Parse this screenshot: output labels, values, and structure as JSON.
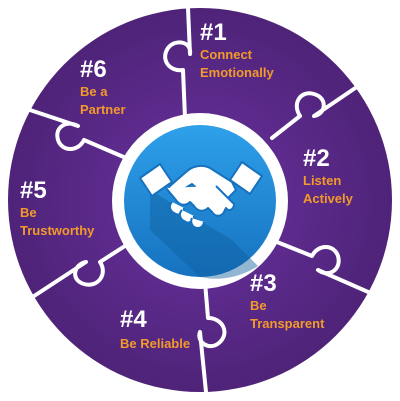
{
  "colors": {
    "ring": "#5b2a86",
    "ring_edge": "#ffffff",
    "hub_outer": "#ffffff",
    "hub_inner": "#1e8ad6",
    "hub_shadow": "#0f5f9e",
    "number_text": "#ffffff",
    "label_text": "#f39a2b"
  },
  "center_icon": "handshake-icon",
  "segments": [
    {
      "number": "#1",
      "label": "Connect\nEmotionally"
    },
    {
      "number": "#2",
      "label": "Listen\nActively"
    },
    {
      "number": "#3",
      "label": "Be\nTransparent"
    },
    {
      "number": "#4",
      "label": "Be Reliable"
    },
    {
      "number": "#5",
      "label": "Be\nTrustworthy"
    },
    {
      "number": "#6",
      "label": "Be a\nPartner"
    }
  ]
}
